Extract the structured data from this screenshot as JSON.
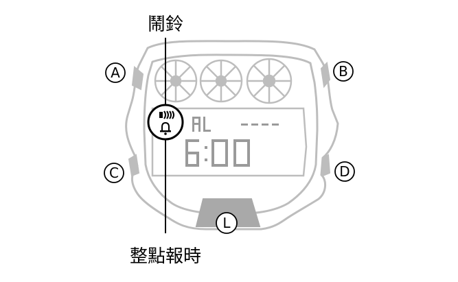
{
  "labels": {
    "alarm": "鬧鈴",
    "hourly_signal": "整點報時"
  },
  "buttons": {
    "a": "A",
    "b": "B",
    "c": "C",
    "d": "D",
    "l": "L"
  },
  "display": {
    "mode": "AL",
    "top_value": "----",
    "time": "6:00"
  },
  "icons": [
    "alarm-sound-icon",
    "bell-icon"
  ],
  "colors": {
    "outline": "#bdbdbd",
    "lcd": "#9a9a9a",
    "light_button": "#a9a9a9",
    "callout": "#000000"
  }
}
